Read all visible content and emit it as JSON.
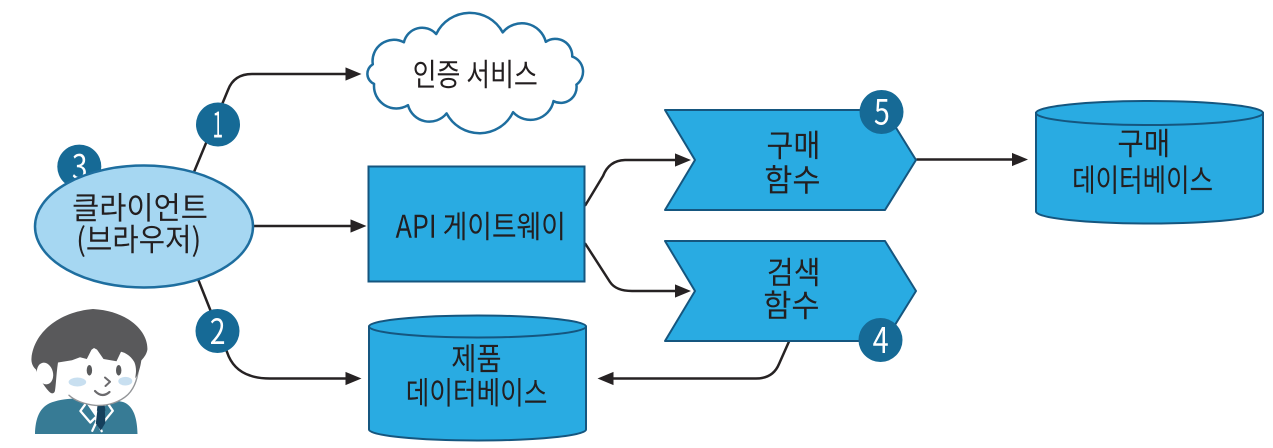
{
  "diagram": {
    "type": "architecture-flow",
    "language": "ko",
    "nodes": {
      "auth_service": {
        "label": "인증 서비스",
        "shape": "cloud"
      },
      "client": {
        "lines": [
          "클라이언트",
          "(브라우저)"
        ],
        "shape": "ellipse"
      },
      "api_gateway": {
        "label": "API 게이트웨이",
        "shape": "rectangle"
      },
      "purchase_function": {
        "lines": [
          "구매",
          "함수"
        ],
        "shape": "chevron"
      },
      "search_function": {
        "lines": [
          "검색",
          "함수"
        ],
        "shape": "chevron"
      },
      "purchase_database": {
        "lines": [
          "구매",
          "데이터베이스"
        ],
        "shape": "cylinder"
      },
      "product_database": {
        "lines": [
          "제품",
          "데이터베이스"
        ],
        "shape": "cylinder"
      }
    },
    "step_badges": [
      "1",
      "2",
      "3",
      "4",
      "5"
    ],
    "connections": [
      {
        "from": "client",
        "to": "auth_service",
        "step": "1"
      },
      {
        "from": "client",
        "to": "api_gateway",
        "step": "3"
      },
      {
        "from": "client",
        "to": "product_database",
        "step": "2"
      },
      {
        "from": "api_gateway",
        "to": "purchase_function",
        "step": "5"
      },
      {
        "from": "api_gateway",
        "to": "search_function",
        "step": "4"
      },
      {
        "from": "purchase_function",
        "to": "purchase_database"
      },
      {
        "from": "search_function",
        "to": "product_database"
      }
    ],
    "colors": {
      "shape_fill": "#29abe2",
      "shape_stroke": "#15567f",
      "client_fill": "#a6d7f2",
      "client_stroke": "#1e6e9f",
      "badge_fill": "#166a96",
      "badge_text": "#ffffff",
      "connector": "#262223",
      "text": "#231f20",
      "background": "#ffffff"
    }
  }
}
